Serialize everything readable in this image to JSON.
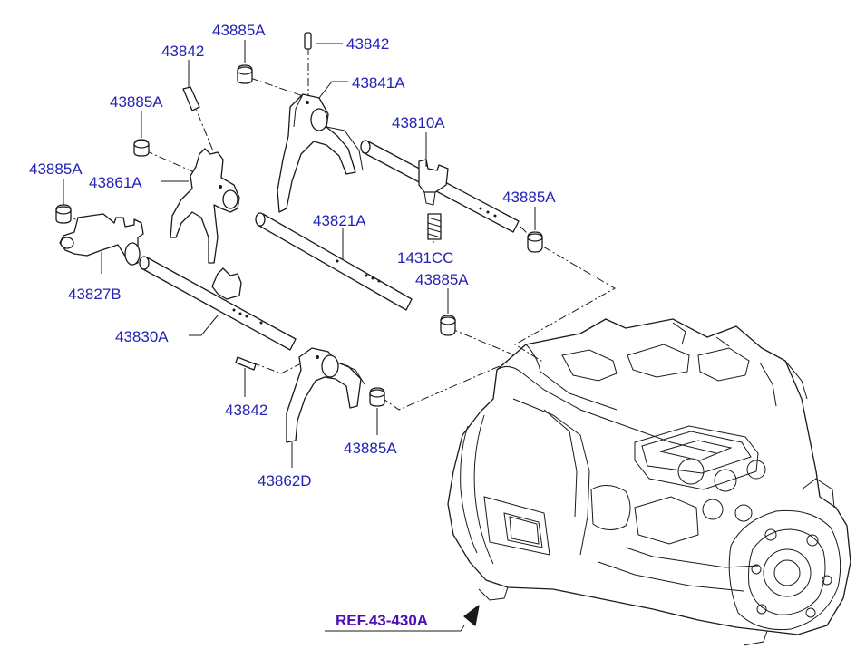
{
  "title": "",
  "colors": {
    "label": "#2323b4",
    "ref": "#4d0fb4",
    "line": "#1a1a1a",
    "background": "#ffffff"
  },
  "parts": {
    "p1": "43885A",
    "p2": "43842",
    "p3": "43842",
    "p4": "43841A",
    "p5": "43885A",
    "p6": "43810A",
    "p7": "43885A",
    "p8": "43861A",
    "p9": "43885A",
    "p10": "43821A",
    "p11": "1431CC",
    "p12": "43827B",
    "p13": "43885A",
    "p14": "43830A",
    "p15": "43842",
    "p16": "43885A",
    "p17": "43862D"
  },
  "reference": "REF.43-430A"
}
